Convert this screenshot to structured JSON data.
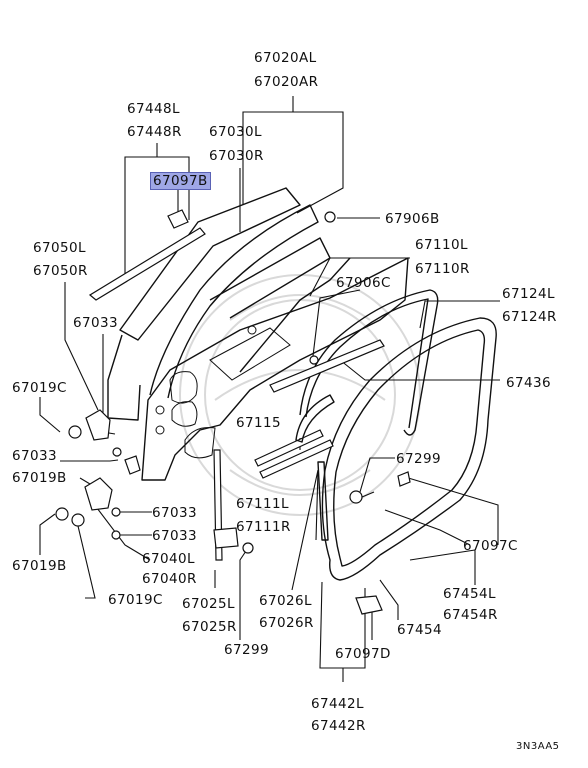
{
  "diagram_code": "3N3AA5",
  "highlight_color": "#9fa7e6",
  "labels": {
    "p67020AL": "67020AL",
    "p67020AR": "67020AR",
    "p67448L": "67448L",
    "p67448R": "67448R",
    "p67030L": "67030L",
    "p67030R": "67030R",
    "p67097B": "67097B",
    "p67906B": "67906B",
    "p67050L": "67050L",
    "p67050R": "67050R",
    "p67110L": "67110L",
    "p67110R": "67110R",
    "p67906C": "67906C",
    "p67124L": "67124L",
    "p67124R": "67124R",
    "p67033_a": "67033",
    "p67019C_a": "67019C",
    "p67436": "67436",
    "p67115": "67115",
    "p67033_b": "67033",
    "p67019B_a": "67019B",
    "p67299_a": "67299",
    "p67111L": "67111L",
    "p67111R": "67111R",
    "p67033_c": "67033",
    "p67033_d": "67033",
    "p67097C": "67097C",
    "p67040L": "67040L",
    "p67040R": "67040R",
    "p67019B_b": "67019B",
    "p67454L": "67454L",
    "p67454R": "67454R",
    "p67019C_b": "67019C",
    "p67025L": "67025L",
    "p67025R": "67025R",
    "p67026L": "67026L",
    "p67026R": "67026R",
    "p67454": "67454",
    "p67299_b": "67299",
    "p67097D": "67097D",
    "p67442L": "67442L",
    "p67442R": "67442R"
  }
}
